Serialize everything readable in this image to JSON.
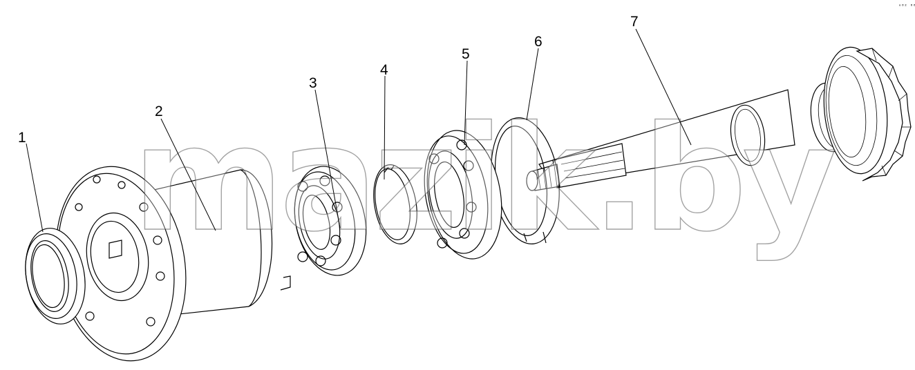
{
  "diagram": {
    "callouts": [
      {
        "id": "c1",
        "text": "1"
      },
      {
        "id": "c2",
        "text": "2"
      },
      {
        "id": "c3",
        "text": "3"
      },
      {
        "id": "c4",
        "text": "4"
      },
      {
        "id": "c5",
        "text": "5"
      },
      {
        "id": "c6",
        "text": "6"
      },
      {
        "id": "c7",
        "text": "7"
      }
    ],
    "watermark": "mazik.by",
    "corner_code": "ᵒ⁰² ⁰⁰⁸"
  },
  "colors": {
    "line": "#000000",
    "background": "#ffffff",
    "watermark_outline": "#555555"
  }
}
